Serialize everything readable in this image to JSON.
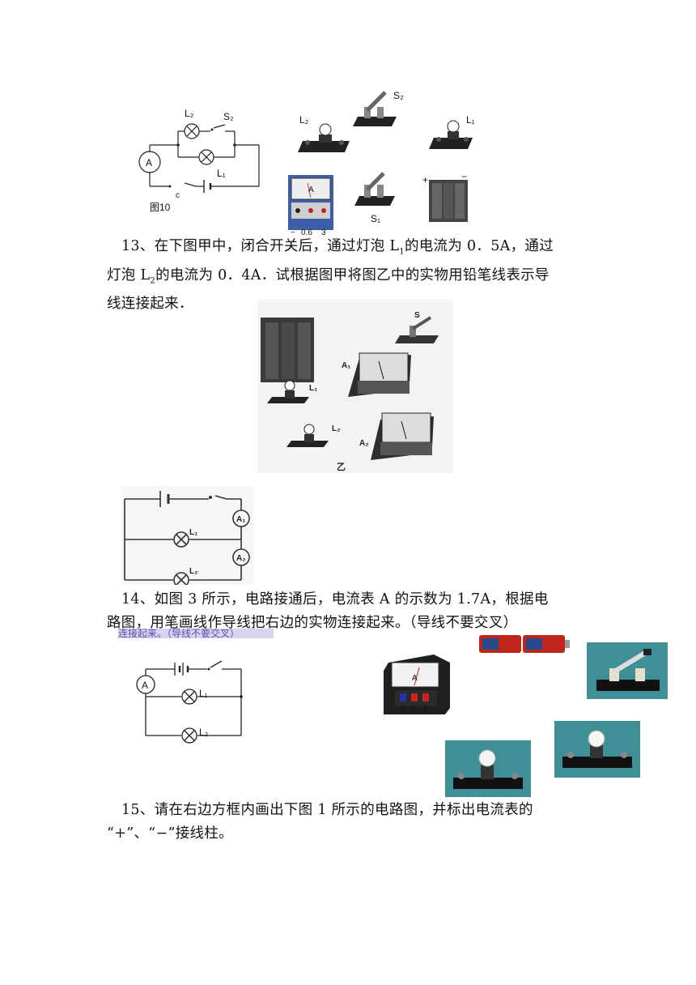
{
  "q12": {
    "fig_label": "图10",
    "circuit_labels": {
      "ammeter": "A",
      "lamp2": "L₂",
      "switch2": "S₂",
      "lamp1": "L₁",
      "switch_c": "c"
    },
    "objects_labels": {
      "lamp2": "L₂",
      "switch2": "S₂",
      "lamp1": "L₁",
      "switch1": "S₁",
      "battery_plus": "+",
      "battery_minus": "−",
      "meter_letter": "A",
      "meter_terminals": [
        "−",
        "0.6",
        "3"
      ]
    }
  },
  "q13": {
    "text_line1_a": "13、在下图甲中，闭合开关后，通过灯泡 L",
    "text_line1_sub": "1",
    "text_line1_b": "的电流为 0．5A，通过",
    "text_line2_a": "灯泡 L",
    "text_line2_sub": "2",
    "text_line2_b": "的电流为 0．4A．试根据图甲将图乙中的实物用铅笔线表示导",
    "text_line3": "线连接起来．",
    "photo_labels": {
      "switch": "S",
      "ammeter1": "A₁",
      "ammeter2": "A₂",
      "lamp1": "L₁",
      "lamp2": "L₂",
      "fig": "乙"
    },
    "circuit_labels": {
      "ammeter1": "A₁",
      "ammeter2": "A₂",
      "lamp1": "L₁",
      "lamp2": "L₂"
    }
  },
  "q14": {
    "text_line1": "14、如图 3 所示，电路接通后，电流表 A 的示数为 1.7A，根据电",
    "text_line2": "路图，用笔画线作导线把右边的实物连接起来。（导线不要交叉）",
    "ghost_text": "连接起来。（导线不要交叉）",
    "circuit_labels": {
      "ammeter": "A",
      "lamp1": "L₁",
      "lamp2": "L₂"
    },
    "meter_letter": "A",
    "meter_terminals": [
      "0",
      "6",
      "3"
    ]
  },
  "q15": {
    "text_line1": "15、请在右边方框内画出下图 1 所示的电路图，并标出电流表的",
    "text_line2": "“+”、“−”接线柱。"
  },
  "colors": {
    "teal_bg": "#3f8f96",
    "battery_red": "#c0251c",
    "ghost_text": "#5a4fb0",
    "ghost_bg": "#d8d4f0"
  }
}
